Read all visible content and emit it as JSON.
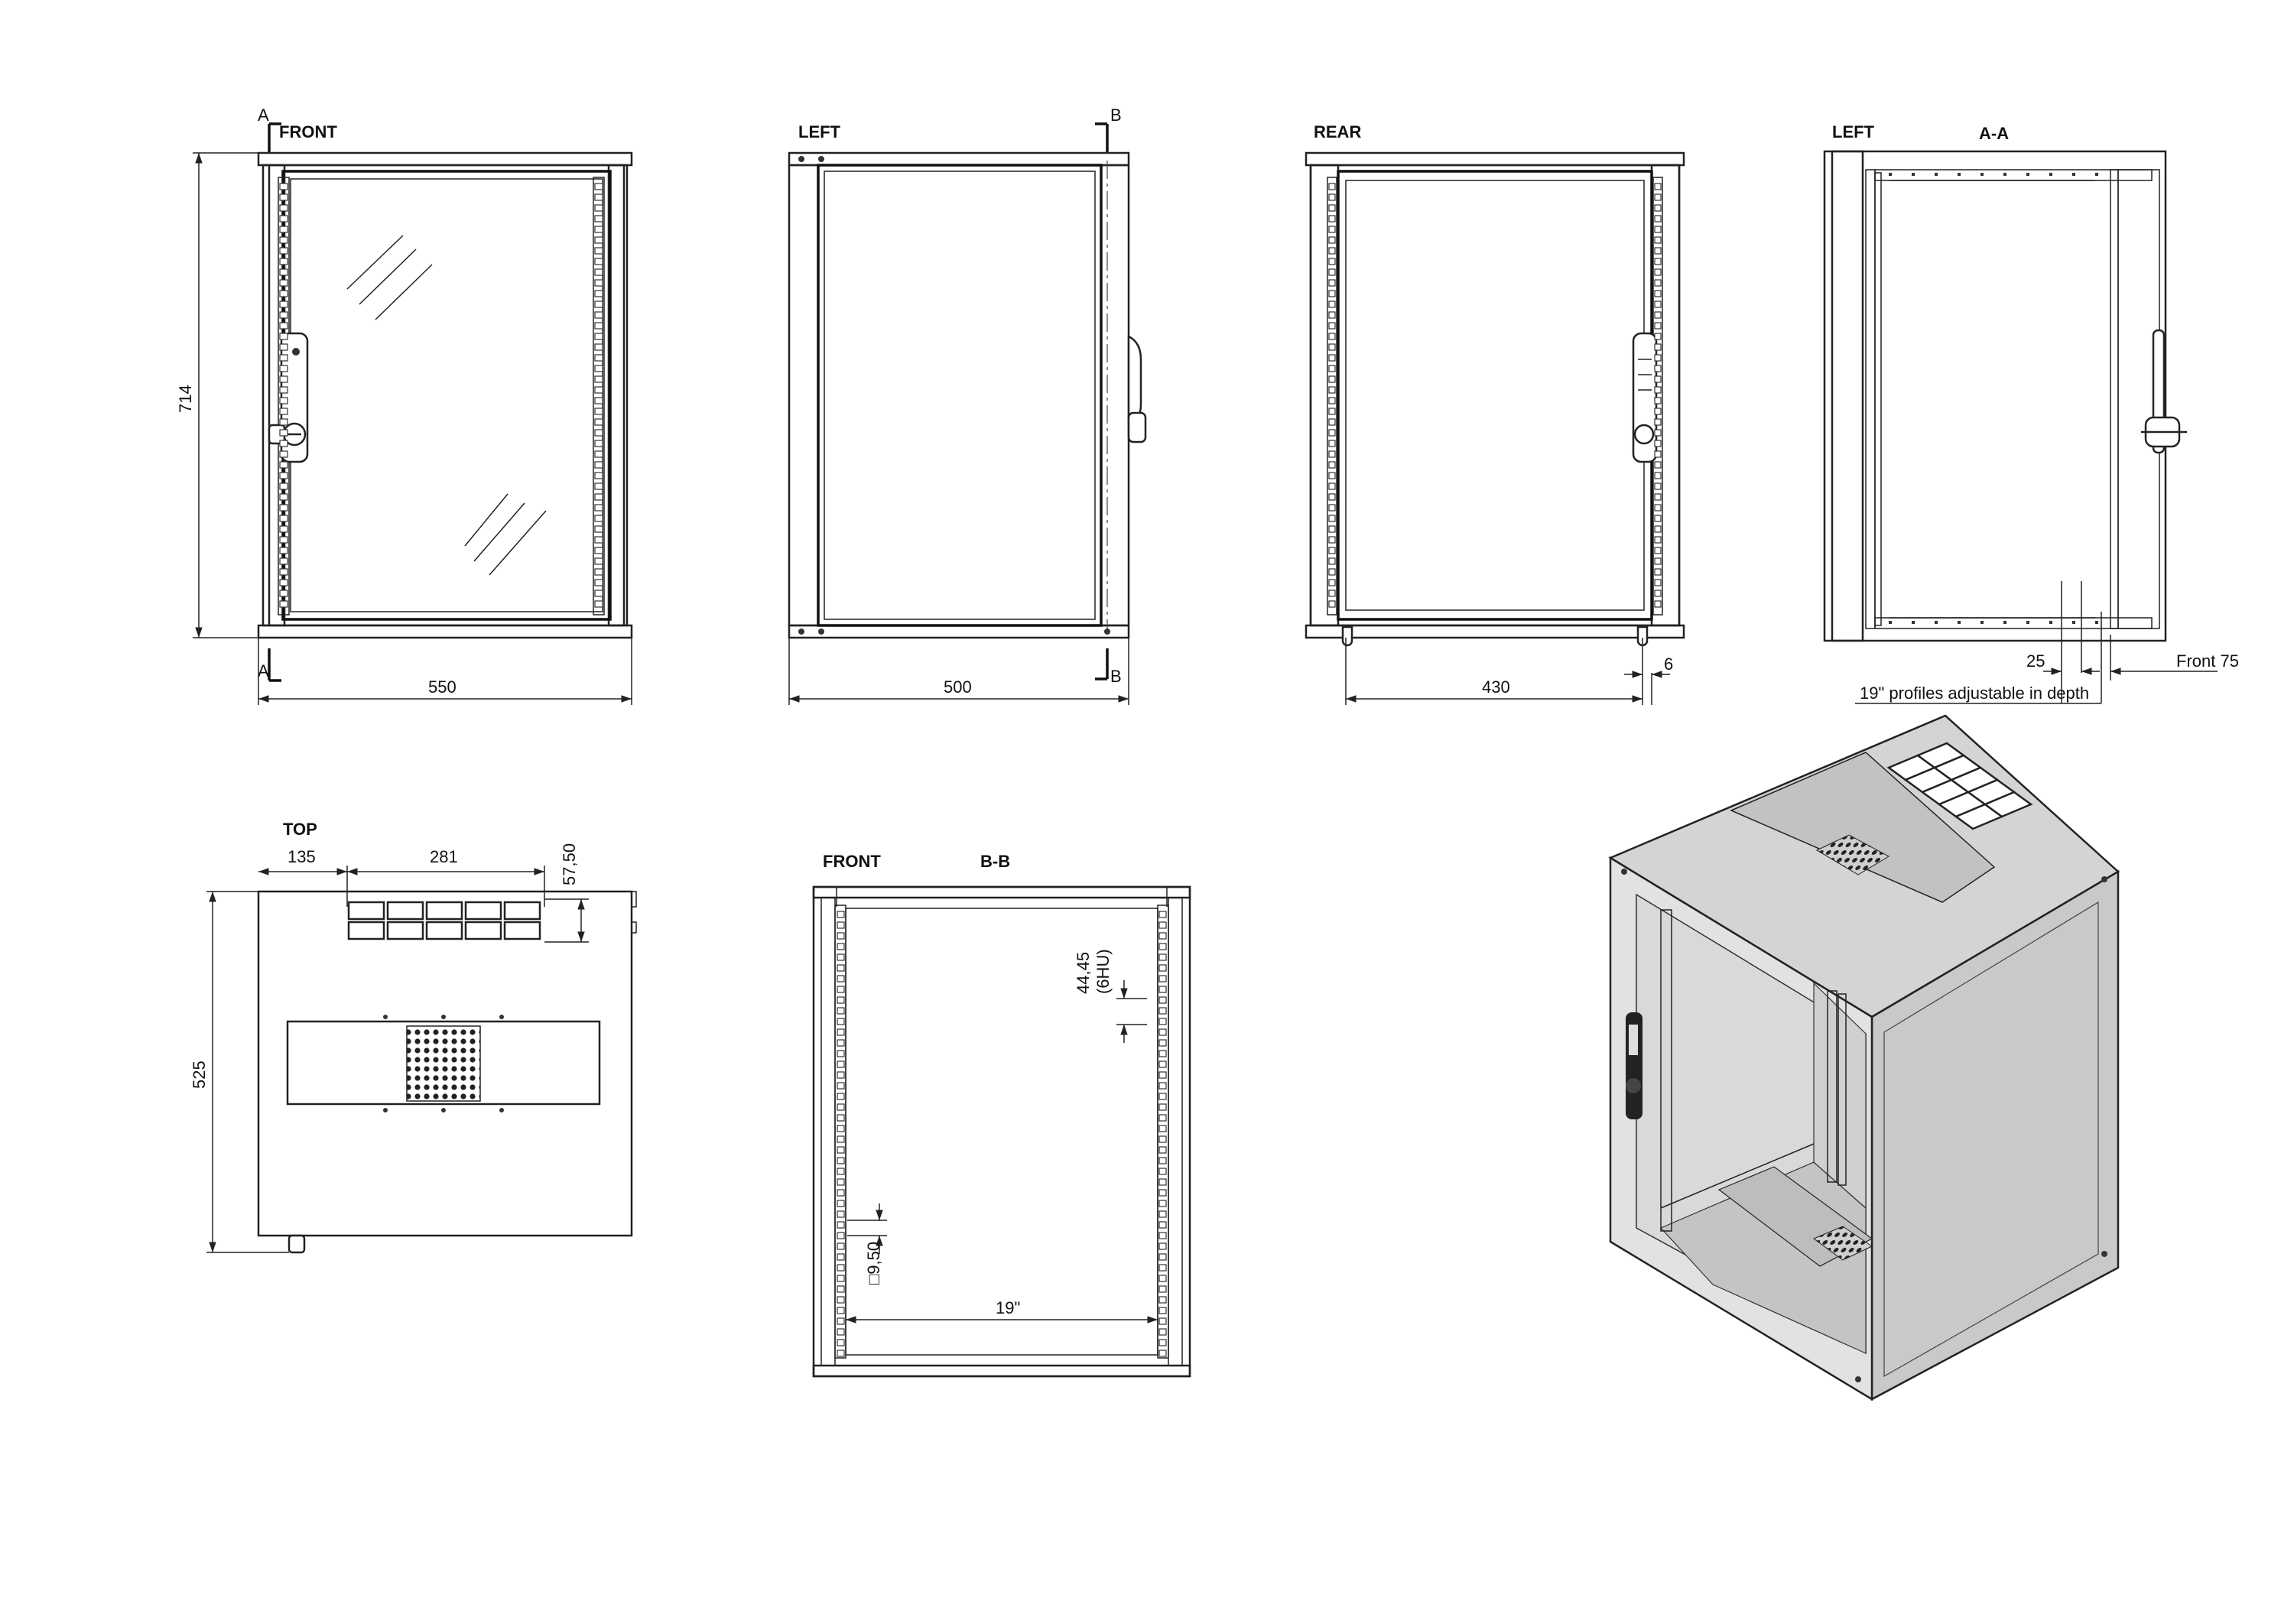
{
  "views": {
    "front": {
      "label": "FRONT",
      "section_mark_top": "A",
      "section_mark_bottom": "A",
      "height_dim": "714",
      "width_dim": "550"
    },
    "left": {
      "label": "LEFT",
      "section_mark_top": "B",
      "section_mark_bottom": "B",
      "width_dim": "500"
    },
    "rear": {
      "label": "REAR",
      "width_dim": "430",
      "small_dim": "6"
    },
    "section_aa": {
      "label_left": "LEFT",
      "label_section": "A-A",
      "dim_25": "25",
      "dim_front": "Front 75",
      "note": "19\" profiles adjustable in depth"
    },
    "top": {
      "label": "TOP",
      "dim_135": "135",
      "dim_281": "281",
      "dim_5750": "57,50",
      "depth_dim": "525"
    },
    "section_bb": {
      "label_left": "FRONT",
      "label_section": "B-B",
      "dim_hu_1": "44,45",
      "dim_hu_2": "(6HU)",
      "dim_square": "□9,50",
      "dim_19": "19\""
    }
  },
  "colors": {
    "line": "#222222",
    "panel": "#d4d4d4",
    "panel_dark": "#b8b8b8",
    "panel_light": "#e6e6e6"
  },
  "icons": [
    "handle-lock-icon",
    "vent-grid-icon",
    "ventilation-slot-icon"
  ]
}
